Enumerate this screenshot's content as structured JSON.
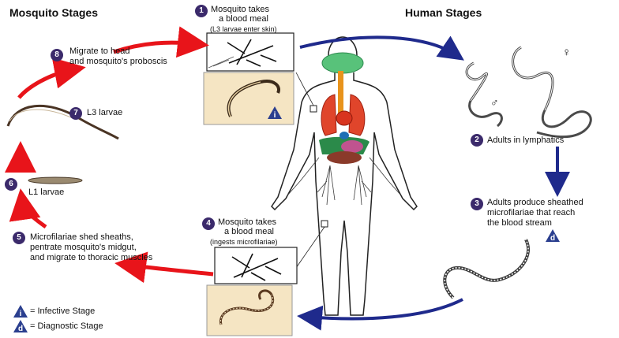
{
  "headers": {
    "mosquito": "Mosquito Stages",
    "human": "Human Stages"
  },
  "steps": [
    {
      "num": "1",
      "line1": "Mosquito takes",
      "line2": "a blood meal",
      "sub": "(L3 larvae enter skin)"
    },
    {
      "num": "2",
      "line1": "Adults in lymphatics"
    },
    {
      "num": "3",
      "line1": "Adults produce sheathed",
      "line2": "microfilariae that reach",
      "line3": "the blood stream"
    },
    {
      "num": "4",
      "line1": "Mosquito takes",
      "line2": "a blood meal",
      "sub": "(ingests microfilariae)"
    },
    {
      "num": "5",
      "line1": "Microfilariae shed sheaths,",
      "line2": "pentrate mosquito's midgut,",
      "line3": "and migrate to thoracic muscles"
    },
    {
      "num": "6",
      "line1": "L1 larvae"
    },
    {
      "num": "7",
      "line1": "L3 larvae"
    },
    {
      "num": "8",
      "line1": "Migrate to head",
      "line2": "and mosquito's proboscis"
    }
  ],
  "badges": {
    "infective_letter": "i",
    "diagnostic_letter": "d",
    "male_symbol": "♂",
    "female_symbol": "♀"
  },
  "legend": {
    "infective": "= Infective Stage",
    "diagnostic": "= Diagnostic Stage"
  },
  "colors": {
    "mosquito_arrows": "#e8141a",
    "human_arrows": "#1f2a8c",
    "number_circle": "#3b2a6b",
    "badge": "#2b3f8f",
    "panel_fill": "#f5e5c3"
  }
}
